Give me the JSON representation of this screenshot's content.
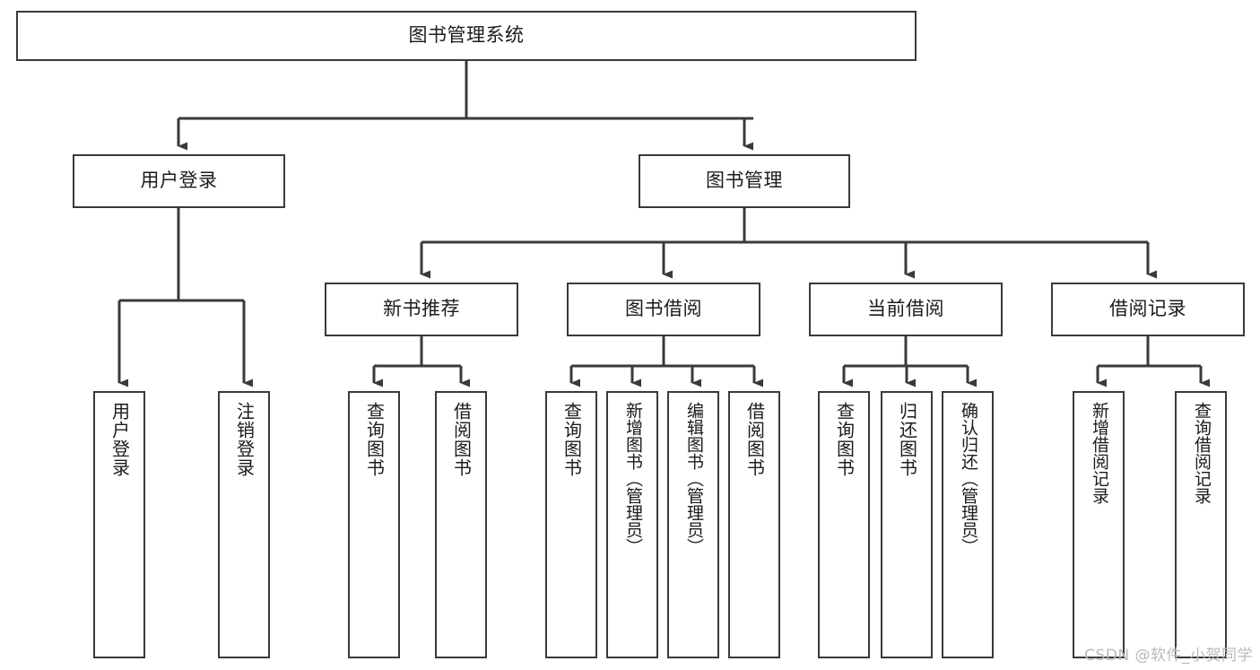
{
  "diagram": {
    "title": "图书管理系统",
    "type": "tree-hierarchy-chart",
    "line_color": "#3a3a3a",
    "box_fill": "#ffffff",
    "text_color": "#1b1b1b",
    "watermark": "CSDN @软件_小贺同学",
    "root": {
      "label": "图书管理系统"
    },
    "level2": [
      {
        "label": "用户登录"
      },
      {
        "label": "图书管理"
      }
    ],
    "level3": [
      {
        "label": "新书推荐"
      },
      {
        "label": "图书借阅"
      },
      {
        "label": "当前借阅"
      },
      {
        "label": "借阅记录"
      }
    ],
    "leaves": {
      "user_login": [
        {
          "label": "用户登录"
        },
        {
          "label": "注销登录"
        }
      ],
      "new_book_recommend": [
        {
          "label": "查询图书"
        },
        {
          "label": "借阅图书"
        }
      ],
      "book_borrow": [
        {
          "label": "查询图书"
        },
        {
          "label": "新增图书（管理员）"
        },
        {
          "label": "编辑图书（管理员）"
        },
        {
          "label": "借阅图书"
        }
      ],
      "current_borrow": [
        {
          "label": "查询图书"
        },
        {
          "label": "归还图书"
        },
        {
          "label": "确认归还（管理员）"
        }
      ],
      "borrow_record": [
        {
          "label": "新增借阅记录"
        },
        {
          "label": "查询借阅记录"
        }
      ]
    }
  }
}
